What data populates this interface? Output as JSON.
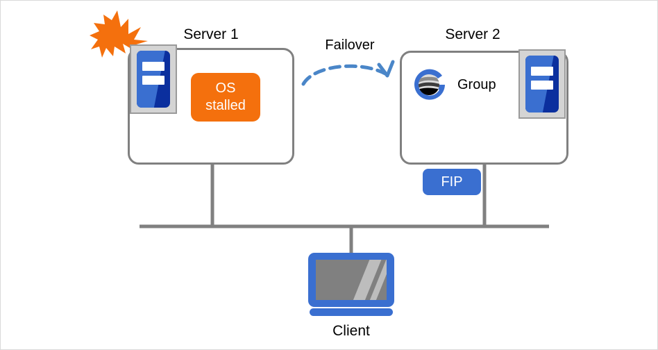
{
  "diagram": {
    "title": "Failover cluster diagram",
    "colors": {
      "box_border": "#808080",
      "accent_blue": "#3a6fd0",
      "deep_blue": "#0b2f9e",
      "alert_orange": "#f4700d",
      "line_gray": "#808080",
      "screen_gray": "#808080",
      "background": "#ffffff"
    },
    "nodes": {
      "server1": {
        "label": "Server 1",
        "status_badge": {
          "line1": "OS",
          "line2": "stalled"
        },
        "icon": "server-rack-icon",
        "fault_icon": "lightning-burst-icon"
      },
      "server2": {
        "label": "Server 2",
        "group_label": "Group",
        "group_icon": "group-globe-g-icon",
        "icon": "server-rack-icon",
        "fip_badge": "FIP"
      },
      "client": {
        "label": "Client",
        "icon": "monitor-icon"
      }
    },
    "connector": {
      "failover_label": "Failover",
      "style": "dashed-curved-arrow",
      "color": "#4a86c8"
    },
    "network_bus": {
      "label": "network-bus-line",
      "color": "#808080"
    }
  }
}
